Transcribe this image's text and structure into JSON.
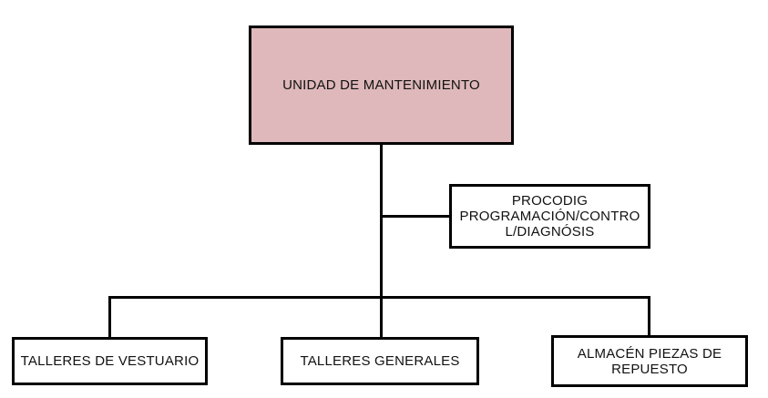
{
  "diagram": {
    "type": "org-chart",
    "root": {
      "label": "UNIDAD DE MANTENIMIENTO"
    },
    "side_node": {
      "lines": [
        "PROCODIG",
        "PROGRAMACIÓN/CONTRO",
        "L/DIAGNÓSIS"
      ]
    },
    "children": [
      {
        "label": "TALLERES DE VESTUARIO"
      },
      {
        "label": "TALLERES GENERALES"
      },
      {
        "label": "ALMACÉN PIEZAS DE REPUESTO"
      }
    ],
    "colors": {
      "root_fill": "#deb8ba",
      "node_fill": "#ffffff",
      "border": "#000000",
      "connector": "#000000",
      "background": "#ffffff",
      "text": "#111111"
    }
  }
}
